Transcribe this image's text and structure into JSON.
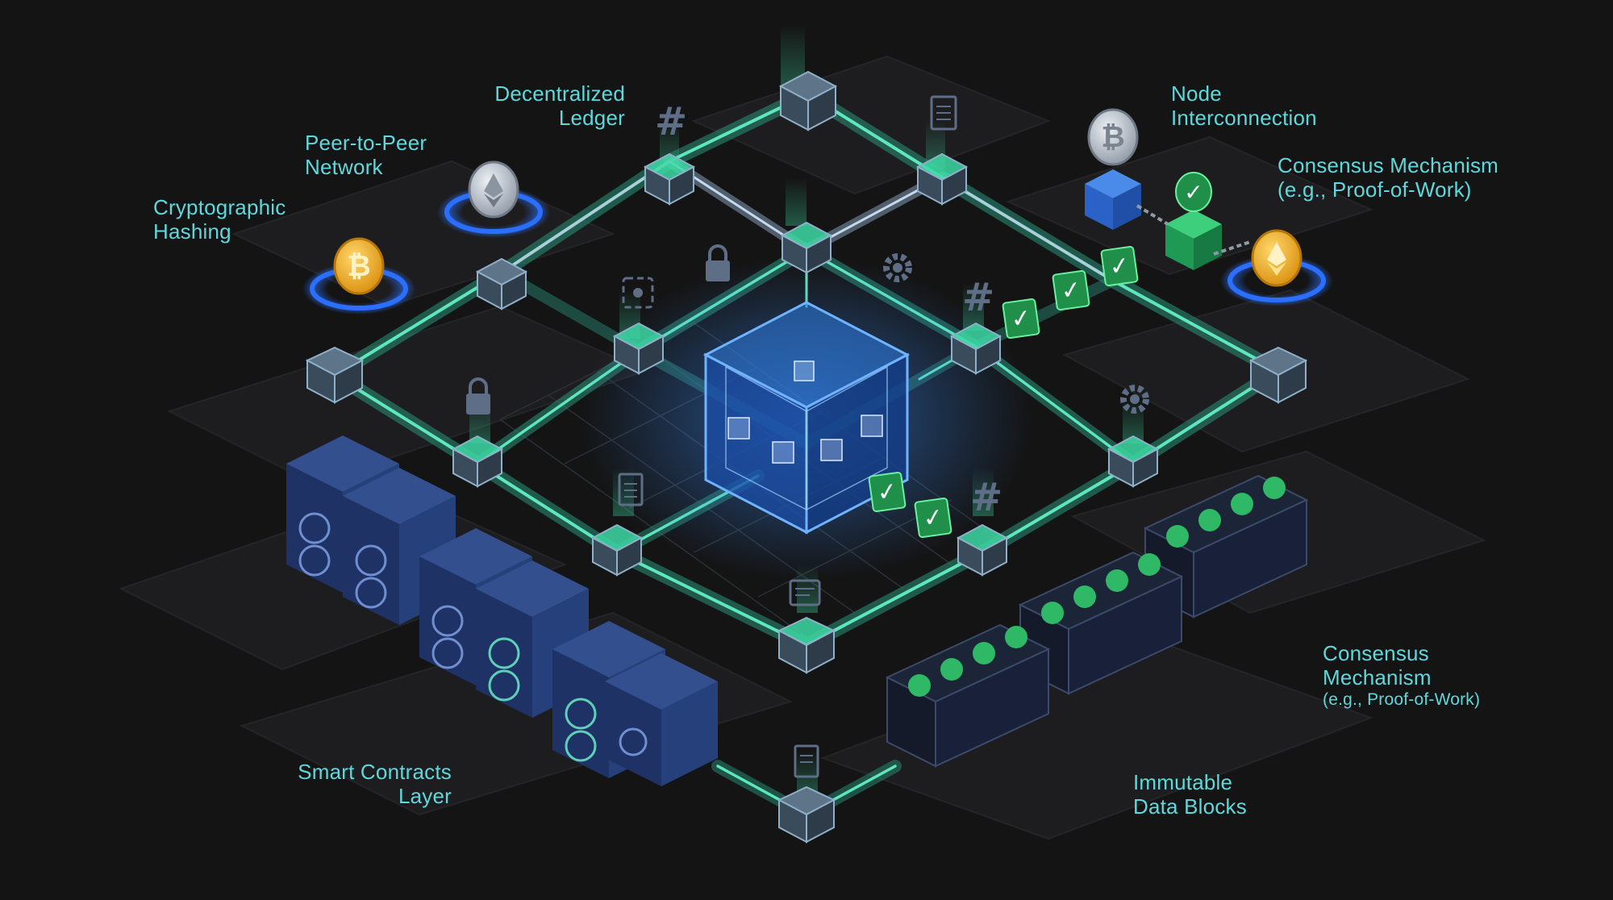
{
  "colors": {
    "background": "#141414",
    "label_text": "#5fd8dc",
    "green_link": "#3dd9a4",
    "blue_link": "#6fb3ff",
    "core_blue": "#3a8dff",
    "check_green": "#2fb865",
    "coin_gold": "#f3b221",
    "coin_silver": "#c9d2dc",
    "server_blue": "#27407a"
  },
  "labels": {
    "decentralized_ledger": [
      "Decentralized",
      "Ledger"
    ],
    "peer_to_peer": [
      "Peer-to-Peer",
      "Network"
    ],
    "cryptographic_hashing": [
      "Cryptographic",
      "Hashing"
    ],
    "node_interconnection": [
      "Node",
      "Interconnection"
    ],
    "consensus_top": [
      "Consensus Mechanism",
      "(e.g., Proof-of-Work)"
    ],
    "consensus_bottom": [
      "Consensus",
      "Mechanism",
      "(e.g., Proof-of-Work)"
    ],
    "smart_contracts": [
      "Smart Contracts",
      "Layer"
    ],
    "immutable_blocks": [
      "Immutable",
      "Data Blocks"
    ]
  },
  "icons": {
    "hash": "#",
    "check": "✓",
    "bitcoin": "₿",
    "ethereum": "ethereum-icon",
    "lock": "lock-icon",
    "gear": "gear-icon",
    "document": "document-icon"
  }
}
